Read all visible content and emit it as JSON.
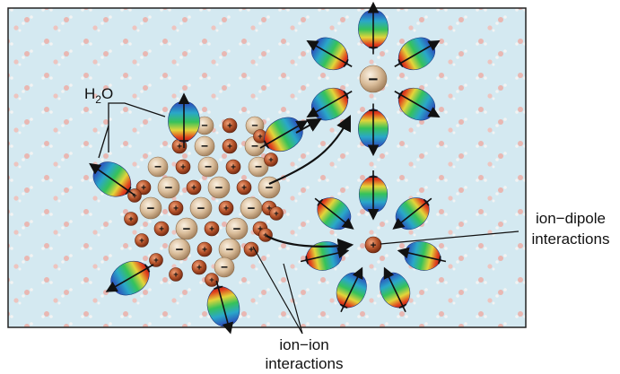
{
  "labels": {
    "water": "H",
    "water_subscript": "2",
    "water_suffix": "O",
    "ion_dipole_line1": "ion−dipole",
    "ion_dipole_line2": "interactions",
    "ion_ion_line1": "ion−ion",
    "ion_ion_line2": "interactions"
  },
  "signs": {
    "plus": "+",
    "minus": "−"
  },
  "colors": {
    "background": "#d4e9f1",
    "frame": "#222222",
    "cation": "#b5532a",
    "anion": "#d8bb98",
    "arrow": "#111111"
  }
}
